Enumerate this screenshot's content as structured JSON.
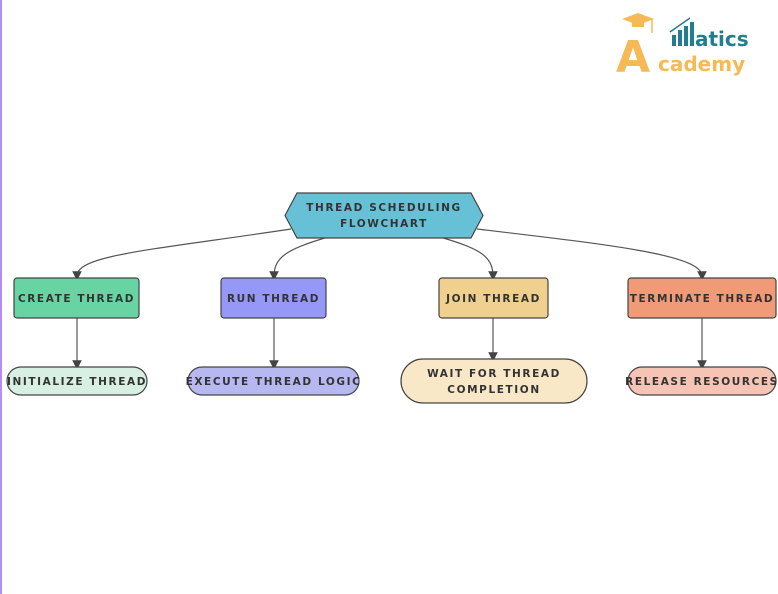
{
  "logo": {
    "text_top": "atics",
    "text_bottom": "cademy",
    "initial": "A",
    "brand_name": "Matics Academy"
  },
  "root": {
    "line1": "THREAD SCHEDULING",
    "line2": "FLOWCHART",
    "color": "#67c1d6"
  },
  "steps": [
    {
      "label": "CREATE THREAD",
      "color": "#68d4a4",
      "child": {
        "label": "INITIALIZE THREAD",
        "color": "#d8f0e3"
      }
    },
    {
      "label": "RUN THREAD",
      "color": "#9698f8",
      "child": {
        "label": "EXECUTE THREAD LOGIC",
        "color": "#b8b8f0"
      }
    },
    {
      "label": "JOIN THREAD",
      "color": "#f0d08e",
      "child": {
        "line1": "WAIT FOR THREAD",
        "line2": "COMPLETION",
        "color": "#f8e8c8"
      }
    },
    {
      "label": "TERMINATE THREAD",
      "color": "#f09a78",
      "child": {
        "label": "RELEASE RESOURCES",
        "color": "#f5c4b4"
      }
    }
  ]
}
